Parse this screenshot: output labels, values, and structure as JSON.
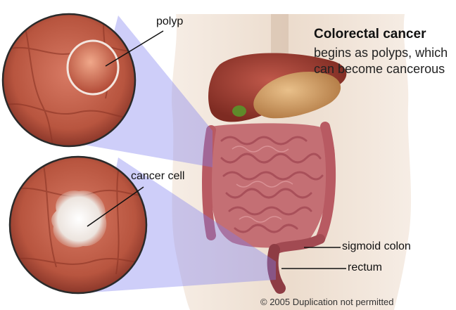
{
  "heading": {
    "title": "Colorectal cancer",
    "description": "begins as polyps, which can become cancerous"
  },
  "labels": {
    "polyp": "polyp",
    "cancer_cell": "cancer cell",
    "sigmoid_colon": "sigmoid colon",
    "rectum": "rectum"
  },
  "copyright": "© 2005 Duplication not permitted",
  "colors": {
    "background": "#ffffff",
    "skin": "#efe2d6",
    "liver": "#9c3a2c",
    "stomach": "#c8925a",
    "intestine": "#c8707a",
    "tissue": "#b85a48",
    "callout": "#7d7ff0"
  }
}
